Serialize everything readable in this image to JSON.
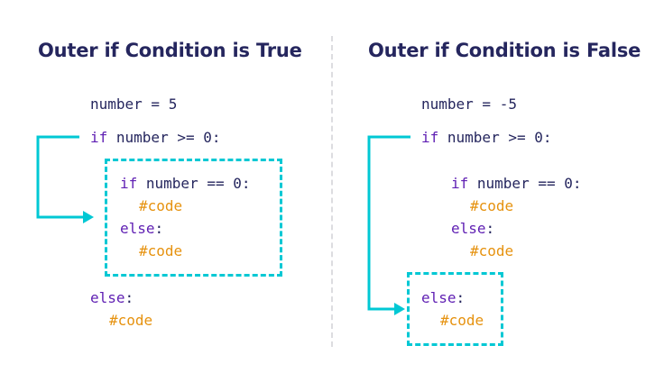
{
  "left_panel": {
    "title": "Outer if Condition is True",
    "assign": "number = 5",
    "outer_if_kw": "if",
    "outer_if_cond": " number >= 0:",
    "inner_if_kw": "if",
    "inner_if_cond": " number == 0:",
    "inner_if_body": "#code",
    "inner_else_kw": "else",
    "inner_else_colon": ":",
    "inner_else_body": "#code",
    "outer_else_kw": "else",
    "outer_else_colon": ":",
    "outer_else_body": "#code"
  },
  "right_panel": {
    "title": "Outer if Condition is False",
    "assign": "number = -5",
    "outer_if_kw": "if",
    "outer_if_cond": " number >= 0:",
    "inner_if_kw": "if",
    "inner_if_cond": " number == 0:",
    "inner_if_body": "#code",
    "inner_else_kw": "else",
    "inner_else_colon": ":",
    "inner_else_body": "#code",
    "outer_else_kw": "else",
    "outer_else_colon": ":",
    "outer_else_body": "#code"
  },
  "colors": {
    "title": "#25265e",
    "keyword": "#5f1fb3",
    "comment": "#e6920f",
    "highlight": "#00c8d4",
    "divider": "#dcdce0"
  }
}
